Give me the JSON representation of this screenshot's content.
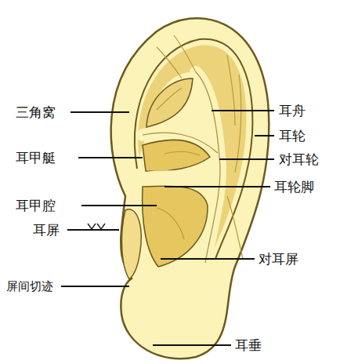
{
  "diagram": {
    "labels": [
      "三角窝",
      "耳舟",
      "耳轮",
      "耳甲艇",
      "对耳轮",
      "耳轮脚",
      "耳甲腔",
      "耳屏",
      "对耳屏",
      "屏间切迹",
      "耳垂"
    ]
  }
}
